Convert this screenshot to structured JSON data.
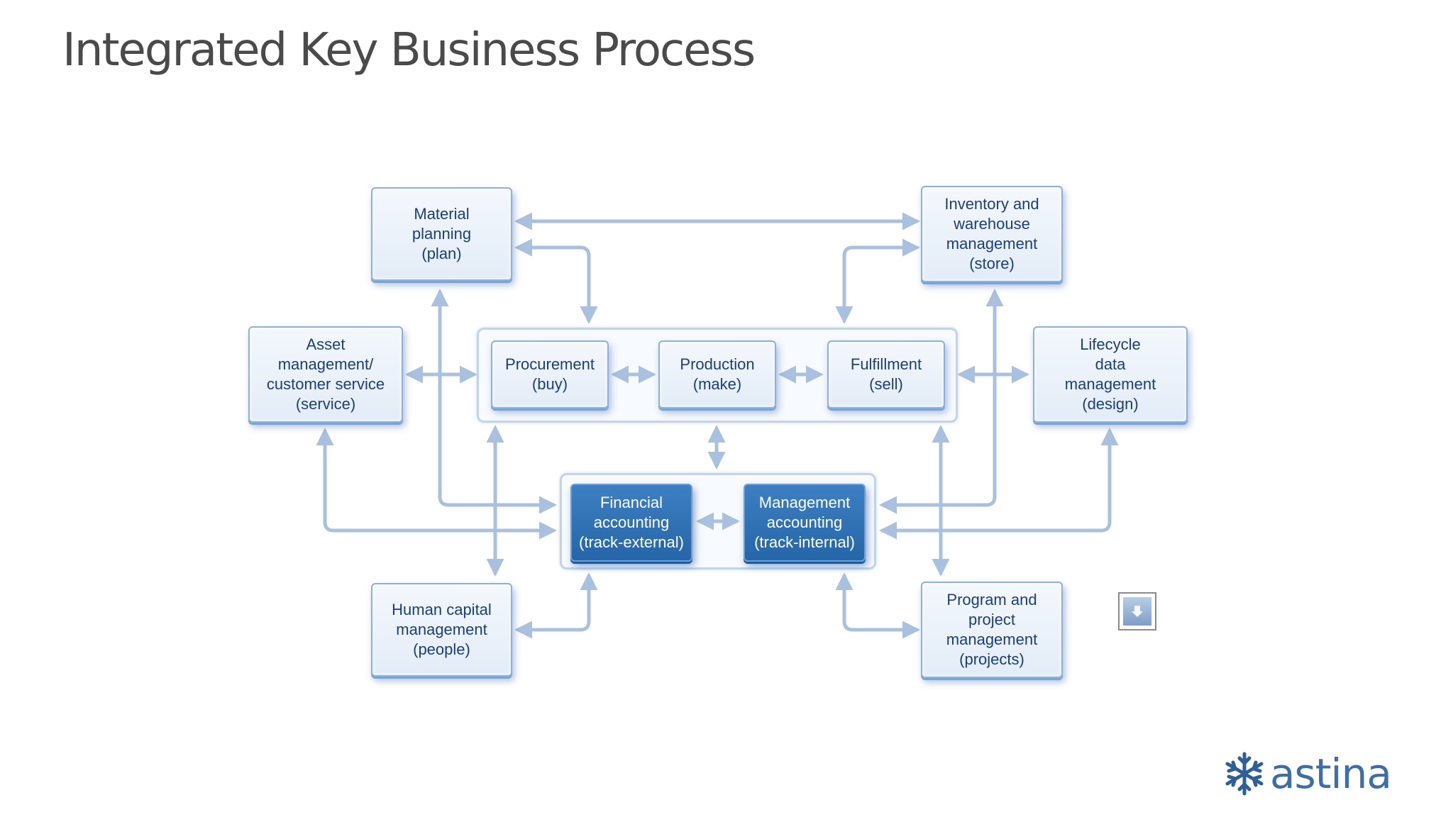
{
  "title": "Integrated Key Business Process",
  "nodes": {
    "material_planning": "Material\nplanning\n(plan)",
    "inventory": "Inventory and\nwarehouse\nmanagement\n(store)",
    "asset_management": "Asset\nmanagement/\ncustomer service\n(service)",
    "procurement": "Procurement\n(buy)",
    "production": "Production\n(make)",
    "fulfillment": "Fulfillment\n(sell)",
    "lifecycle": "Lifecycle\ndata\nmanagement\n(design)",
    "financial_accounting": "Financial\naccounting\n(track-external)",
    "management_accounting": "Management\naccounting\n(track-internal)",
    "human_capital": "Human capital\nmanagement\n(people)",
    "program_project": "Program and\nproject\nmanagement\n(projects)"
  },
  "logo": {
    "text": "astina",
    "icon": "snowflake-icon"
  },
  "colors": {
    "title": "#4a4a4a",
    "node_text": "#1c3f7a",
    "node_border": "#8fb0d8",
    "dark_node": "#2f73b8",
    "connector": "#a9c0df",
    "logo": "#3d6fa6"
  }
}
